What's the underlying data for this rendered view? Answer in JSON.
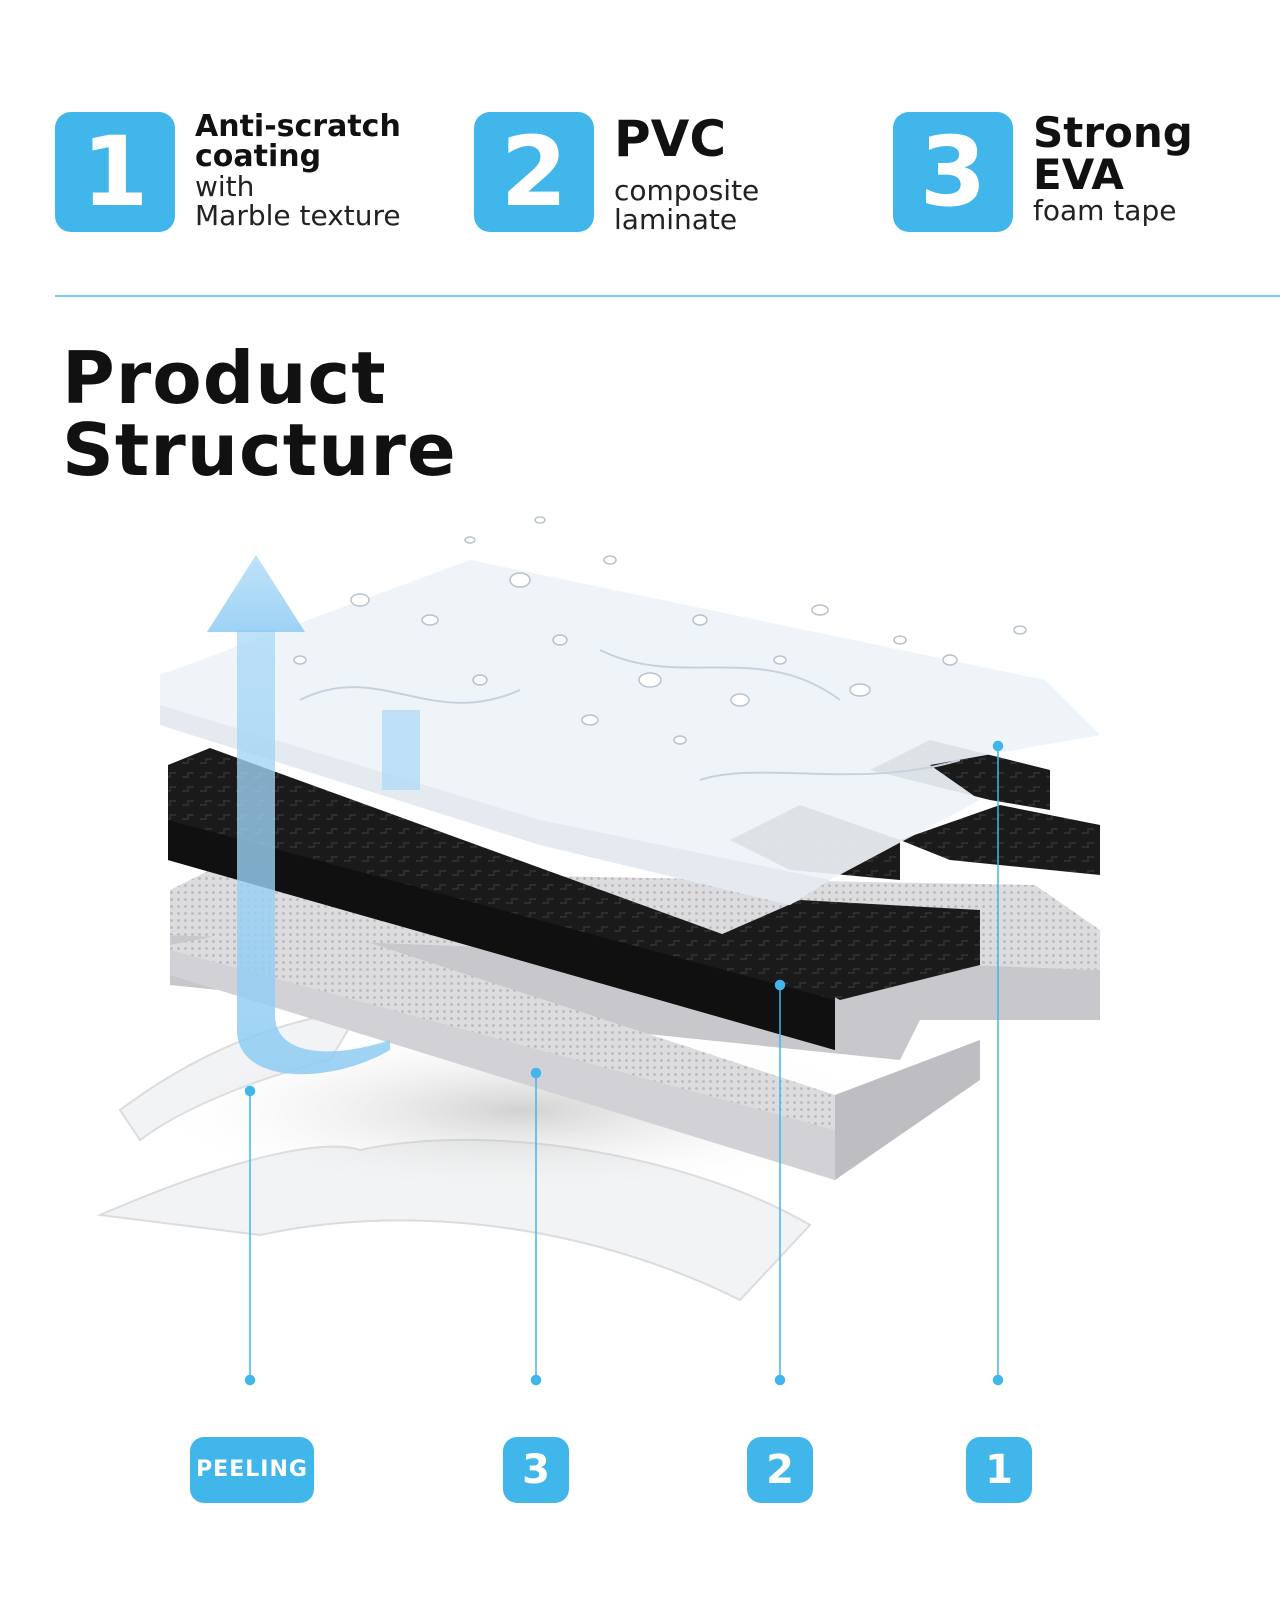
{
  "features": [
    {
      "number": "1",
      "line1": "Anti-scratch",
      "line2": "coating",
      "line3": "with",
      "line4": "Marble texture"
    },
    {
      "number": "2",
      "line1": "PVC",
      "line2": "composite",
      "line3": "laminate"
    },
    {
      "number": "3",
      "line1": "Strong",
      "line2": "EVA",
      "line3": "foam tape"
    }
  ],
  "title": {
    "line1": "Product",
    "line2": "Structure"
  },
  "callouts": [
    {
      "label": "PEELING"
    },
    {
      "label": "3"
    },
    {
      "label": "2"
    },
    {
      "label": "1"
    }
  ],
  "colors": {
    "accent": "#41b6ea",
    "divider": "#7ccaf0",
    "arrow": "#8ccbf3",
    "eva_layer": "#1c1c1c",
    "pvc_layer": "#d9d9dc",
    "marble_film": "#eef3f8"
  }
}
